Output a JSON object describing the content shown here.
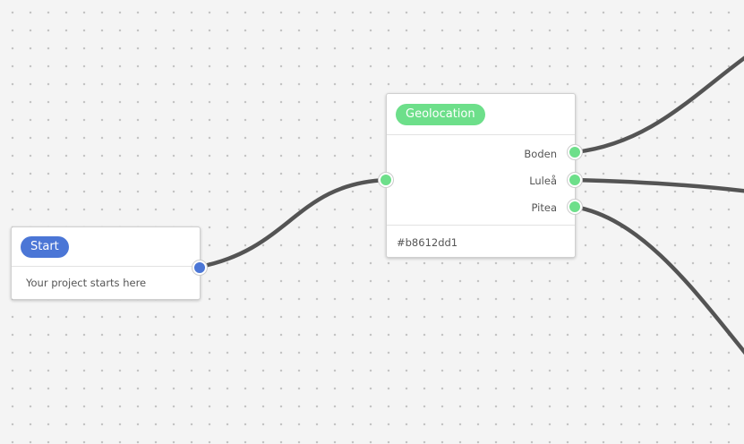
{
  "colors": {
    "start_accent": "#4b76d6",
    "geo_accent": "#6ddf8a",
    "edge": "#545454",
    "canvas_bg": "#f4f4f4",
    "grid_dot": "#c4c4c4"
  },
  "nodes": {
    "start": {
      "title": "Start",
      "description": "Your project starts here"
    },
    "geolocation": {
      "title": "Geolocation",
      "outputs": [
        "Boden",
        "Luleå",
        "Piteа"
      ],
      "id_label": "#b8612dd1"
    }
  }
}
